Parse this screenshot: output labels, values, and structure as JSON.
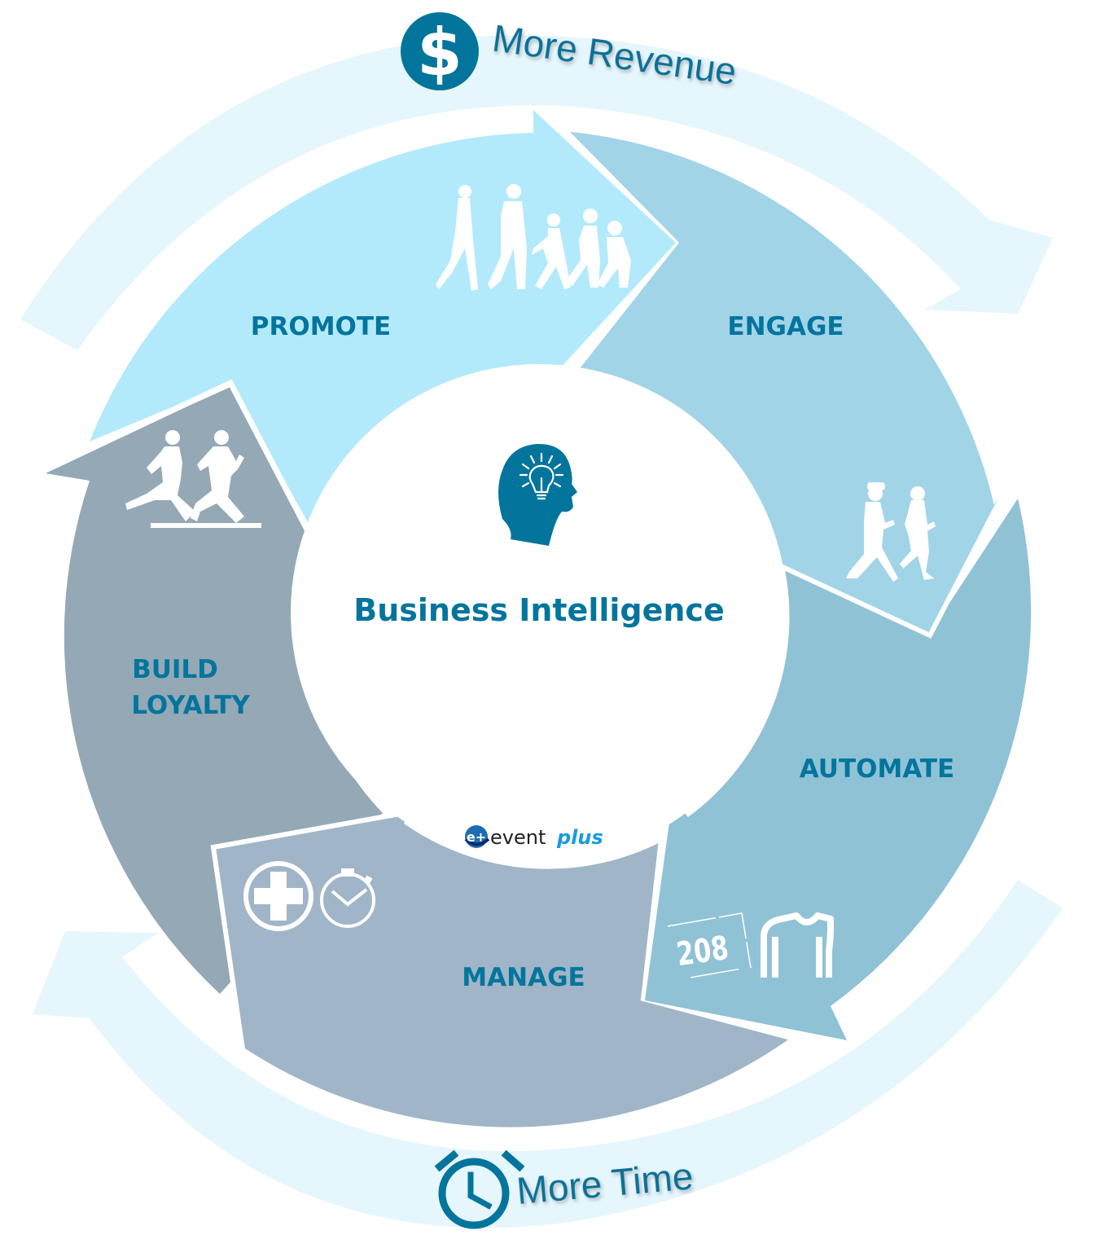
{
  "diagram": {
    "title": "Business Intelligence",
    "center_icon": "head-lightbulb-icon",
    "logo": {
      "prefix": "event",
      "suffix": "plus",
      "icon": "eventplus-logo-icon"
    },
    "colors": {
      "text": "#03759D",
      "promote": "#B3EAFB",
      "engage": "#A2D4E8",
      "automate": "#90C2D5",
      "manage": "#A0B5C8",
      "build_loyalty": "#94A8B6",
      "outer_arrow": "#E6F6FD",
      "logo_plus": "#1A9BE0"
    },
    "segments": [
      {
        "id": "promote",
        "label_lines": [
          "PROMOTE"
        ],
        "icon": "family-walking-icon"
      },
      {
        "id": "engage",
        "label_lines": [
          "ENGAGE"
        ],
        "icon": "couple-walking-phones-icon"
      },
      {
        "id": "automate",
        "label_lines": [
          "AUTOMATE"
        ],
        "icon": "race-bib-shirt-icon",
        "bib_number": "208"
      },
      {
        "id": "manage",
        "label_lines": [
          "MANAGE"
        ],
        "icon": "medical-stopwatch-icon"
      },
      {
        "id": "build_loyalty",
        "label_lines": [
          "BUILD",
          "LOYALTY"
        ],
        "icon": "runners-icon"
      }
    ],
    "benefits": [
      {
        "id": "revenue",
        "label": "More Revenue",
        "icon": "dollar-icon"
      },
      {
        "id": "time",
        "label": "More Time",
        "icon": "alarm-clock-icon"
      }
    ]
  }
}
